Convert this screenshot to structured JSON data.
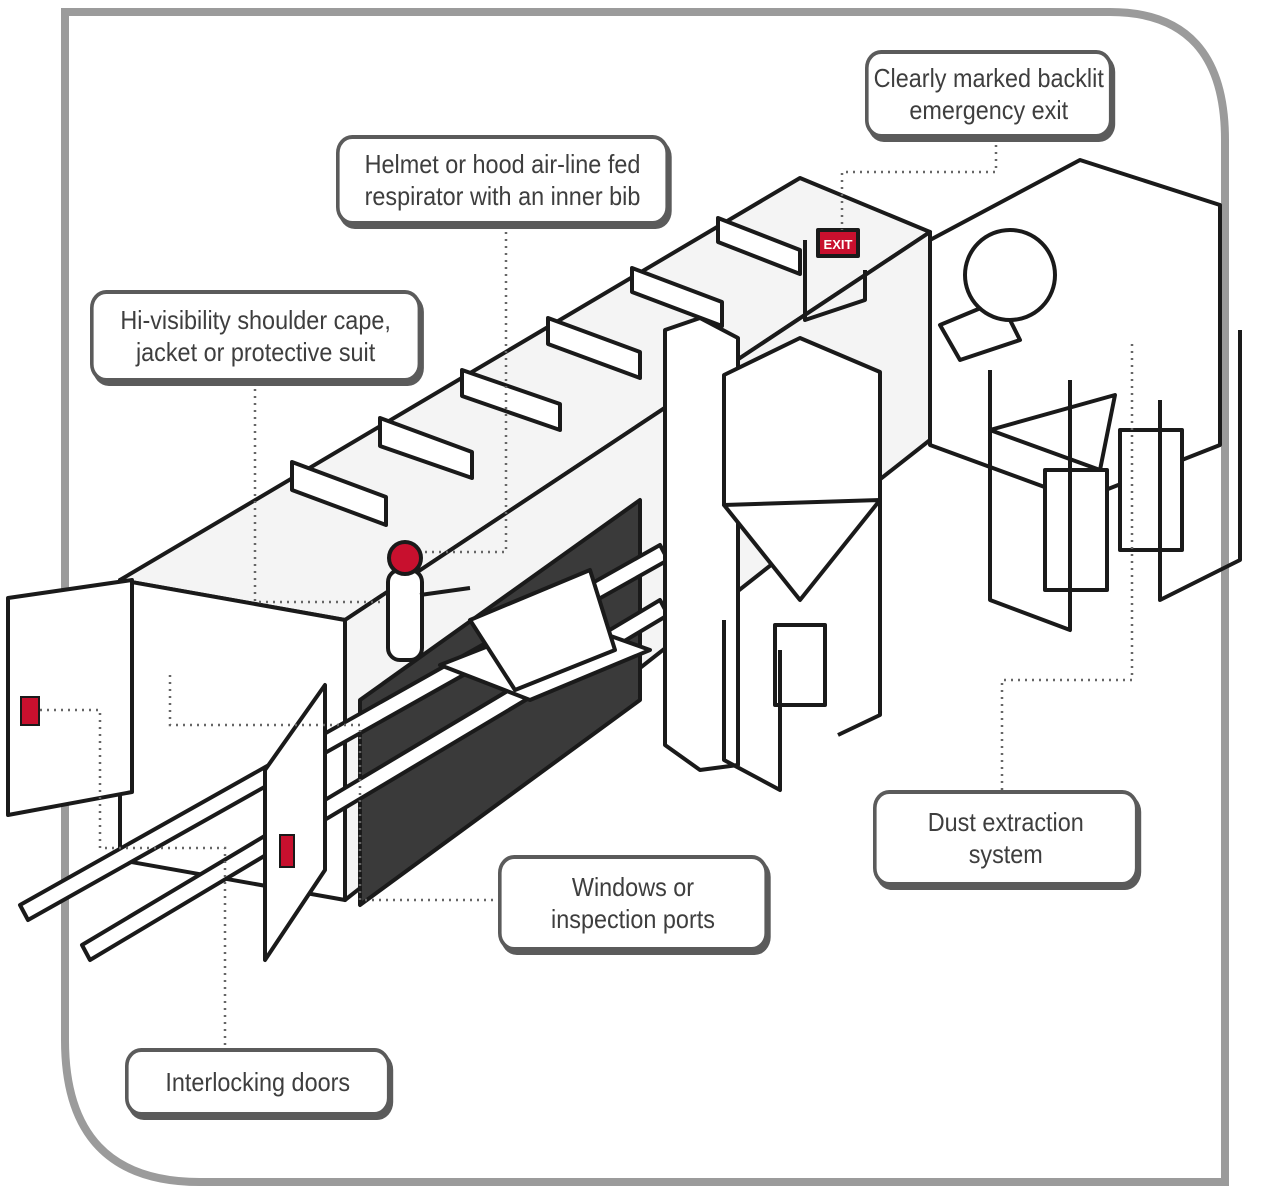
{
  "callouts": {
    "exit": {
      "lines": [
        "Clearly marked backlit",
        "emergency exit"
      ]
    },
    "helmet": {
      "lines": [
        "Helmet or hood air-line fed",
        "respirator with an inner bib"
      ]
    },
    "cape": {
      "lines": [
        "Hi-visibility shoulder cape,",
        "jacket or protective suit"
      ]
    },
    "dust": {
      "lines": [
        "Dust extraction",
        "system"
      ]
    },
    "windows": {
      "lines": [
        "Windows or",
        "inspection ports"
      ]
    },
    "doors": {
      "lines": [
        "Interlocking doors"
      ]
    }
  },
  "exit_sign": "EXIT",
  "colors": {
    "accent": "#c8102e",
    "frame": "#9b9b9b",
    "outline": "#1a1a1a",
    "floor": "#3a3a3a",
    "panel": "#f4f4f4"
  }
}
